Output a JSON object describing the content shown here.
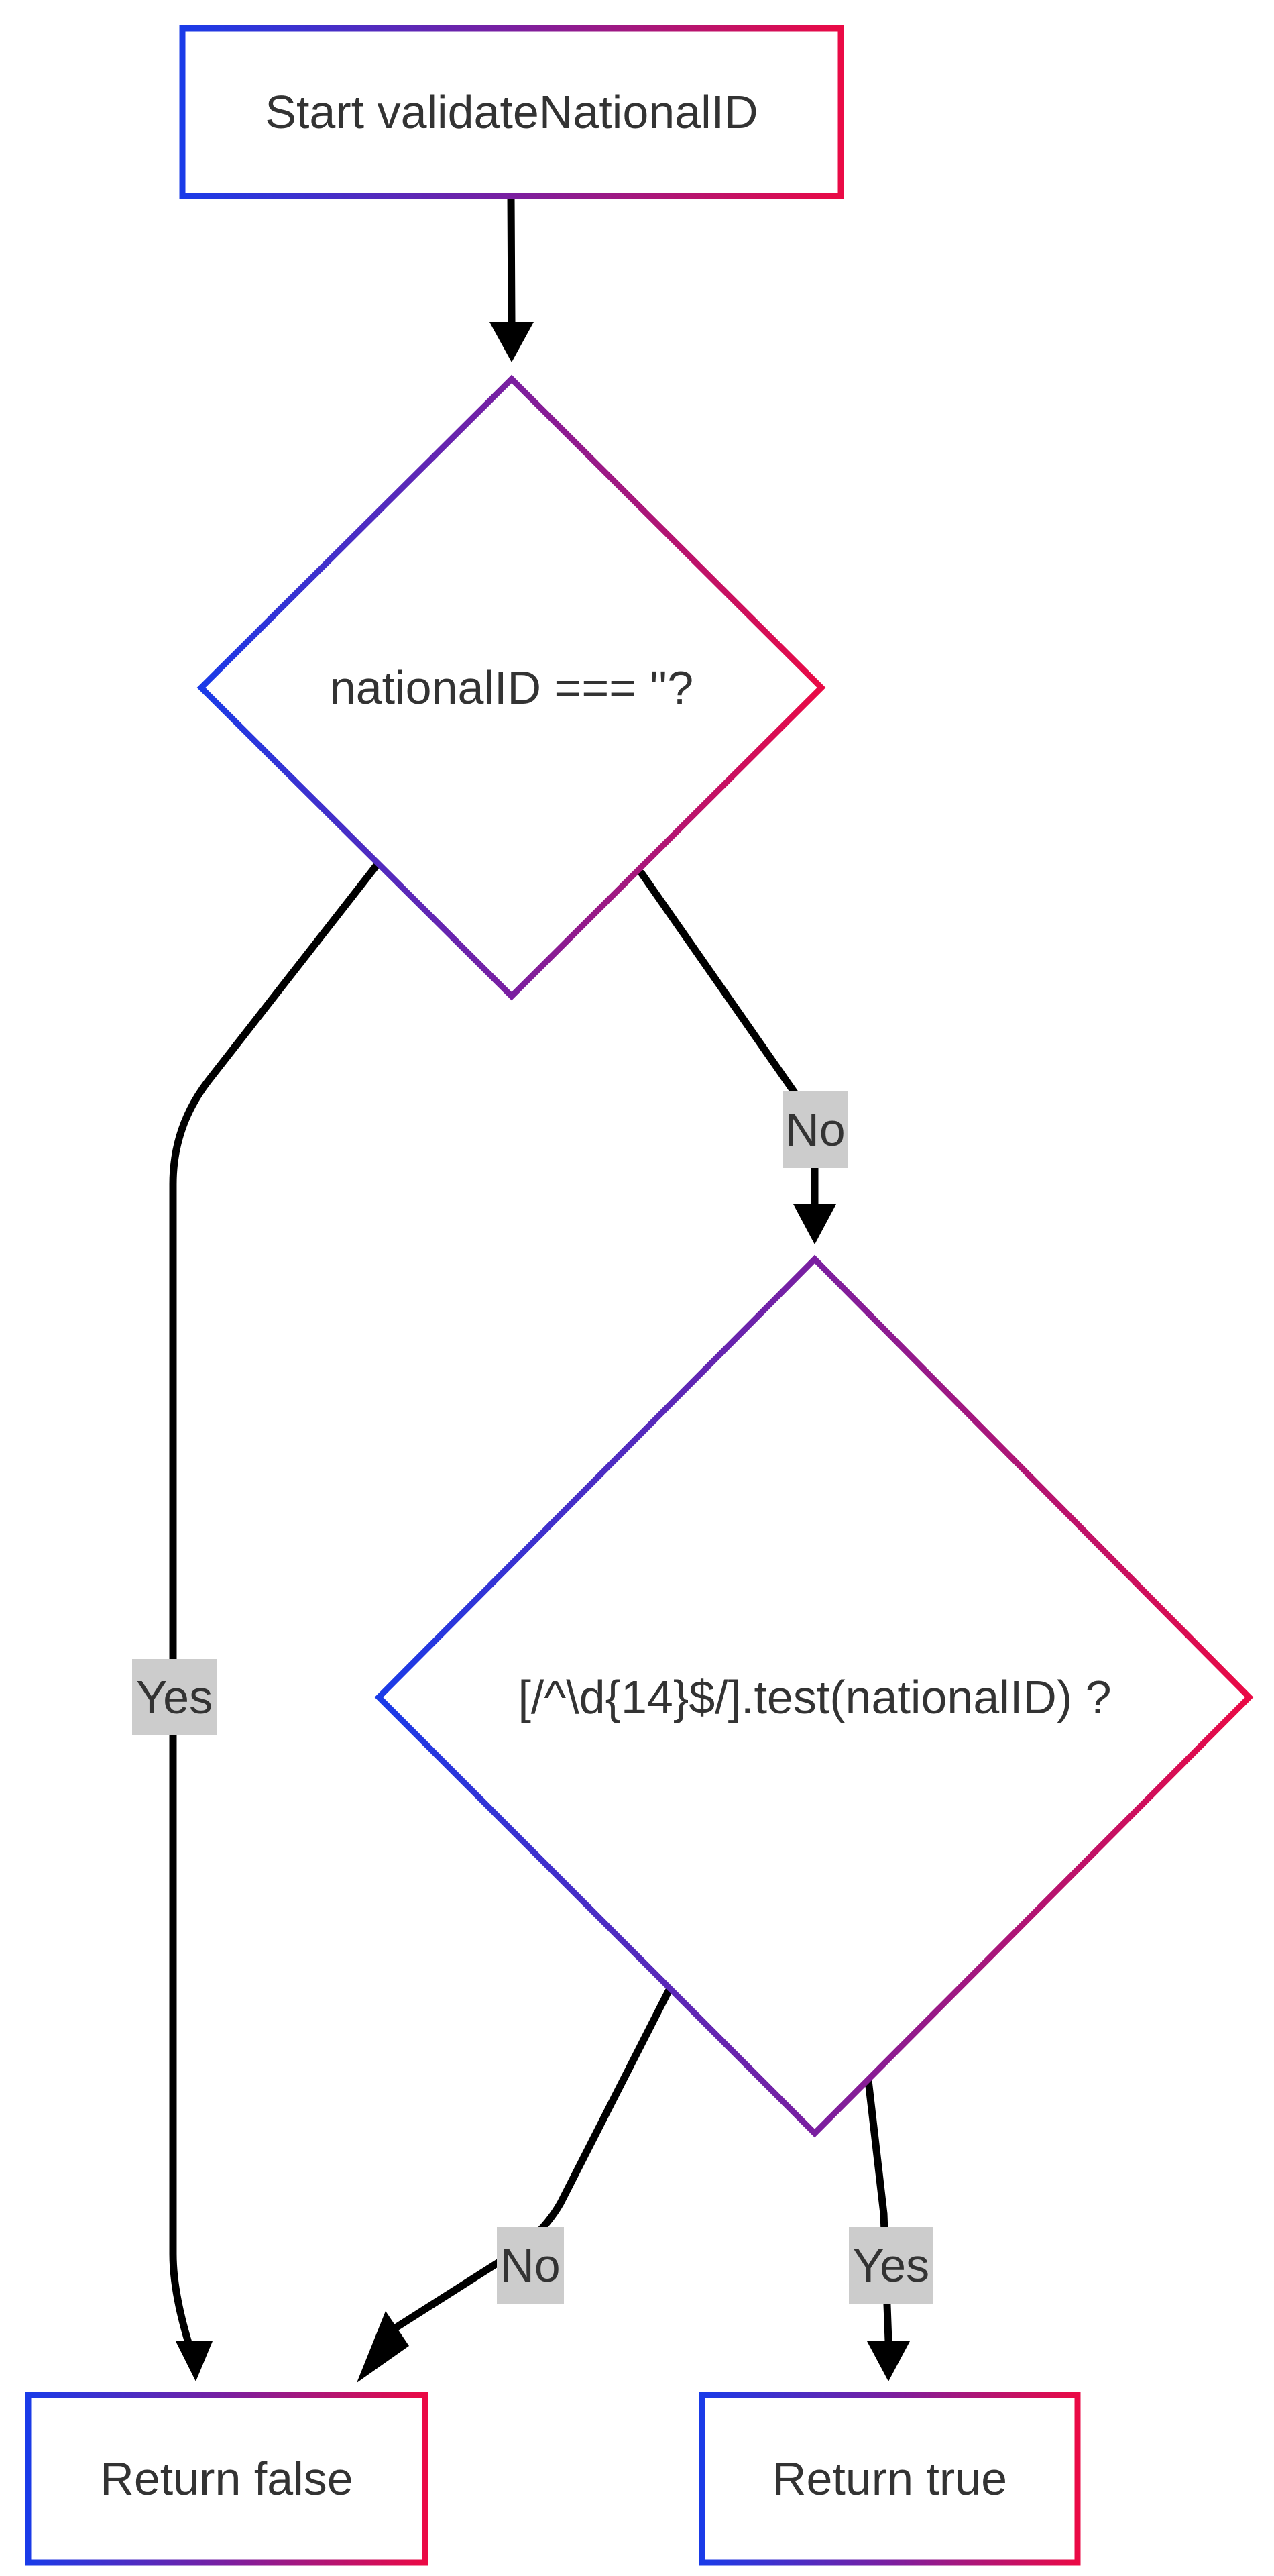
{
  "nodes": {
    "start": {
      "label": "Start validateNationalID"
    },
    "decision_empty": {
      "label": "nationalID === ''?"
    },
    "decision_regex": {
      "label": "[/^\\d{14}$/].test(nationalID) ?"
    },
    "return_false": {
      "label": "Return false"
    },
    "return_true": {
      "label": "Return true"
    }
  },
  "edges": {
    "empty_yes": {
      "label": "Yes"
    },
    "empty_no": {
      "label": "No"
    },
    "regex_no": {
      "label": "No"
    },
    "regex_yes": {
      "label": "Yes"
    }
  },
  "colors": {
    "border_gradient_start": "#1a3be8",
    "border_gradient_mid": "#7a1fa0",
    "border_gradient_end": "#ea0a45",
    "edge": "#000000",
    "edge_label_bg": "#cccccc",
    "text": "#333333",
    "background": "#ffffff"
  }
}
